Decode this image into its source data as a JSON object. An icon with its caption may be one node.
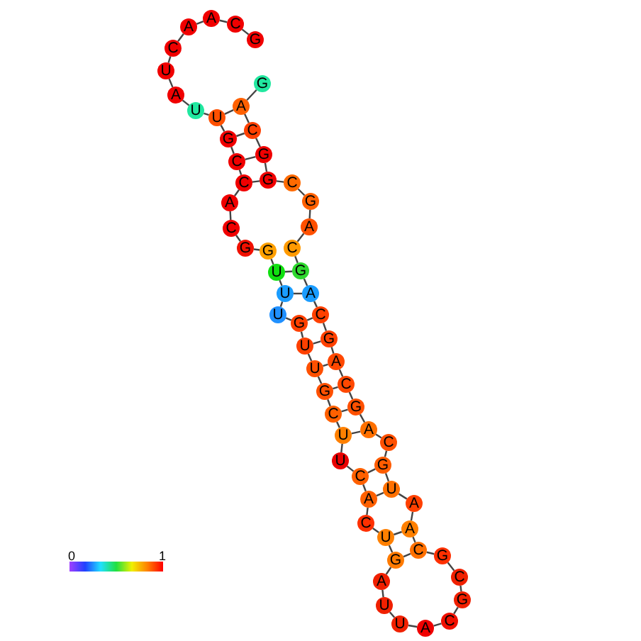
{
  "diagram": {
    "nodes": [
      {
        "text": [
          "G"
        ]
      },
      {
        "text": [
          "A"
        ]
      },
      {
        "text": [
          "C"
        ]
      },
      {
        "text": [
          "G"
        ]
      },
      {
        "text": [
          "G"
        ]
      },
      {
        "text": [
          "C"
        ]
      },
      {
        "text": [
          "G"
        ]
      },
      {
        "text": [
          "A"
        ]
      },
      {
        "text": [
          "C"
        ]
      },
      {
        "text": [
          "G"
        ]
      },
      {
        "text": [
          "A"
        ]
      },
      {
        "text": [
          "C"
        ]
      },
      {
        "text": [
          "G"
        ]
      },
      {
        "text": [
          "A"
        ]
      },
      {
        "text": [
          "C"
        ]
      },
      {
        "text": [
          "G"
        ]
      },
      {
        "text": [
          "A"
        ]
      },
      {
        "text": [
          "C"
        ]
      },
      {
        "text": [
          "G"
        ]
      },
      {
        "text": [
          "U"
        ]
      },
      {
        "text": [
          "A"
        ]
      },
      {
        "text": [
          "A"
        ]
      },
      {
        "text": [
          "C"
        ]
      },
      {
        "text": [
          "G"
        ]
      },
      {
        "text": [
          "C"
        ]
      },
      {
        "text": [
          "G"
        ]
      },
      {
        "text": [
          "C"
        ]
      },
      {
        "text": [
          "A"
        ]
      },
      {
        "text": [
          "U"
        ]
      },
      {
        "text": [
          "U"
        ]
      },
      {
        "text": [
          "A"
        ]
      },
      {
        "text": [
          "G"
        ]
      },
      {
        "text": [
          "U"
        ]
      },
      {
        "text": [
          "C"
        ]
      },
      {
        "text": [
          "A"
        ]
      },
      {
        "text": [
          "C"
        ]
      },
      {
        "text": [
          "U"
        ]
      },
      {
        "text": [
          "U"
        ]
      },
      {
        "text": [
          "C"
        ]
      },
      {
        "text": [
          "G"
        ]
      },
      {
        "text": [
          "U"
        ]
      },
      {
        "text": [
          "U"
        ]
      },
      {
        "text": [
          "G"
        ]
      },
      {
        "text": [
          "U"
        ]
      },
      {
        "text": [
          "U"
        ]
      },
      {
        "text": [
          "U"
        ]
      },
      {
        "text": [
          "G"
        ]
      },
      {
        "text": [
          "G"
        ]
      },
      {
        "text": [
          "C"
        ]
      },
      {
        "text": [
          "A"
        ]
      },
      {
        "text": [
          "C"
        ]
      },
      {
        "text": [
          "C"
        ]
      },
      {
        "text": [
          "G"
        ]
      },
      {
        "text": [
          "U"
        ]
      },
      {
        "text": [
          "U"
        ]
      },
      {
        "text": [
          "A"
        ]
      },
      {
        "text": [
          "U"
        ]
      },
      {
        "text": [
          "C"
        ]
      },
      {
        "text": [
          "A"
        ]
      },
      {
        "text": [
          "A"
        ]
      },
      {
        "text": [
          "C"
        ]
      },
      {
        "text": [
          "G"
        ]
      }
    ],
    "edges": [
      {
        "from": 0,
        "to": 1,
        "arrow": "none"
      },
      {
        "from": 1,
        "to": 2,
        "arrow": "none"
      },
      {
        "from": 2,
        "to": 3,
        "arrow": "none"
      },
      {
        "from": 3,
        "to": 4,
        "arrow": "none"
      },
      {
        "from": 4,
        "to": 5,
        "arrow": "none"
      },
      {
        "from": 5,
        "to": 6,
        "arrow": "none"
      },
      {
        "from": 6,
        "to": 7,
        "arrow": "none"
      },
      {
        "from": 7,
        "to": 8,
        "arrow": "none"
      },
      {
        "from": 8,
        "to": 9,
        "arrow": "none"
      },
      {
        "from": 9,
        "to": 10,
        "arrow": "none"
      },
      {
        "from": 10,
        "to": 11,
        "arrow": "none"
      },
      {
        "from": 11,
        "to": 12,
        "arrow": "none"
      },
      {
        "from": 12,
        "to": 13,
        "arrow": "none"
      },
      {
        "from": 13,
        "to": 14,
        "arrow": "none"
      },
      {
        "from": 14,
        "to": 15,
        "arrow": "none"
      },
      {
        "from": 15,
        "to": 16,
        "arrow": "none"
      },
      {
        "from": 16,
        "to": 17,
        "arrow": "none"
      },
      {
        "from": 17,
        "to": 18,
        "arrow": "none"
      },
      {
        "from": 18,
        "to": 19,
        "arrow": "none"
      },
      {
        "from": 19,
        "to": 20,
        "arrow": "none"
      },
      {
        "from": 20,
        "to": 21,
        "arrow": "none"
      },
      {
        "from": 21,
        "to": 22,
        "arrow": "none"
      },
      {
        "from": 22,
        "to": 23,
        "arrow": "none"
      },
      {
        "from": 23,
        "to": 24,
        "arrow": "none"
      },
      {
        "from": 24,
        "to": 25,
        "arrow": "none"
      },
      {
        "from": 25,
        "to": 26,
        "arrow": "none"
      },
      {
        "from": 26,
        "to": 27,
        "arrow": "none"
      },
      {
        "from": 27,
        "to": 28,
        "arrow": "none"
      },
      {
        "from": 28,
        "to": 29,
        "arrow": "none"
      },
      {
        "from": 29,
        "to": 30,
        "arrow": "none"
      },
      {
        "from": 30,
        "to": 31,
        "arrow": "none"
      },
      {
        "from": 31,
        "to": 32,
        "arrow": "none"
      },
      {
        "from": 32,
        "to": 33,
        "arrow": "none"
      },
      {
        "from": 33,
        "to": 34,
        "arrow": "none"
      },
      {
        "from": 34,
        "to": 35,
        "arrow": "none"
      },
      {
        "from": 35,
        "to": 36,
        "arrow": "none"
      },
      {
        "from": 36,
        "to": 37,
        "arrow": "none"
      },
      {
        "from": 37,
        "to": 38,
        "arrow": "none"
      },
      {
        "from": 38,
        "to": 39,
        "arrow": "none"
      },
      {
        "from": 39,
        "to": 40,
        "arrow": "none"
      },
      {
        "from": 40,
        "to": 41,
        "arrow": "none"
      },
      {
        "from": 41,
        "to": 42,
        "arrow": "none"
      },
      {
        "from": 42,
        "to": 43,
        "arrow": "none"
      },
      {
        "from": 43,
        "to": 44,
        "arrow": "none"
      },
      {
        "from": 44,
        "to": 45,
        "arrow": "none"
      },
      {
        "from": 45,
        "to": 46,
        "arrow": "none"
      },
      {
        "from": 46,
        "to": 47,
        "arrow": "none"
      },
      {
        "from": 47,
        "to": 48,
        "arrow": "none"
      },
      {
        "from": 48,
        "to": 49,
        "arrow": "none"
      },
      {
        "from": 49,
        "to": 50,
        "arrow": "none"
      },
      {
        "from": 50,
        "to": 51,
        "arrow": "none"
      },
      {
        "from": 51,
        "to": 52,
        "arrow": "none"
      },
      {
        "from": 52,
        "to": 53,
        "arrow": "none"
      },
      {
        "from": 53,
        "to": 54,
        "arrow": "none"
      },
      {
        "from": 54,
        "to": 55,
        "arrow": "none"
      },
      {
        "from": 55,
        "to": 56,
        "arrow": "none"
      },
      {
        "from": 56,
        "to": 57,
        "arrow": "none"
      },
      {
        "from": 57,
        "to": 58,
        "arrow": "none"
      },
      {
        "from": 58,
        "to": 59,
        "arrow": "none"
      },
      {
        "from": 59,
        "to": 60,
        "arrow": "none"
      },
      {
        "from": 60,
        "to": 61,
        "arrow": "none"
      },
      {
        "from": 1,
        "to": 53,
        "arrow": "none"
      },
      {
        "from": 2,
        "to": 52,
        "arrow": "none"
      },
      {
        "from": 3,
        "to": 51,
        "arrow": "none"
      },
      {
        "from": 4,
        "to": 50,
        "arrow": "none"
      },
      {
        "from": 9,
        "to": 45,
        "arrow": "none"
      },
      {
        "from": 10,
        "to": 44,
        "arrow": "none"
      },
      {
        "from": 11,
        "to": 42,
        "arrow": "none"
      },
      {
        "from": 12,
        "to": 41,
        "arrow": "none"
      },
      {
        "from": 13,
        "to": 40,
        "arrow": "none"
      },
      {
        "from": 14,
        "to": 39,
        "arrow": "none"
      },
      {
        "from": 15,
        "to": 38,
        "arrow": "none"
      },
      {
        "from": 16,
        "to": 37,
        "arrow": "none"
      },
      {
        "from": 18,
        "to": 35,
        "arrow": "none"
      },
      {
        "from": 19,
        "to": 34,
        "arrow": "none"
      },
      {
        "from": 21,
        "to": 32,
        "arrow": "none"
      },
      {
        "from": 22,
        "to": 31,
        "arrow": "none"
      }
    ],
    "labels": [
      "0",
      "1"
    ]
  }
}
